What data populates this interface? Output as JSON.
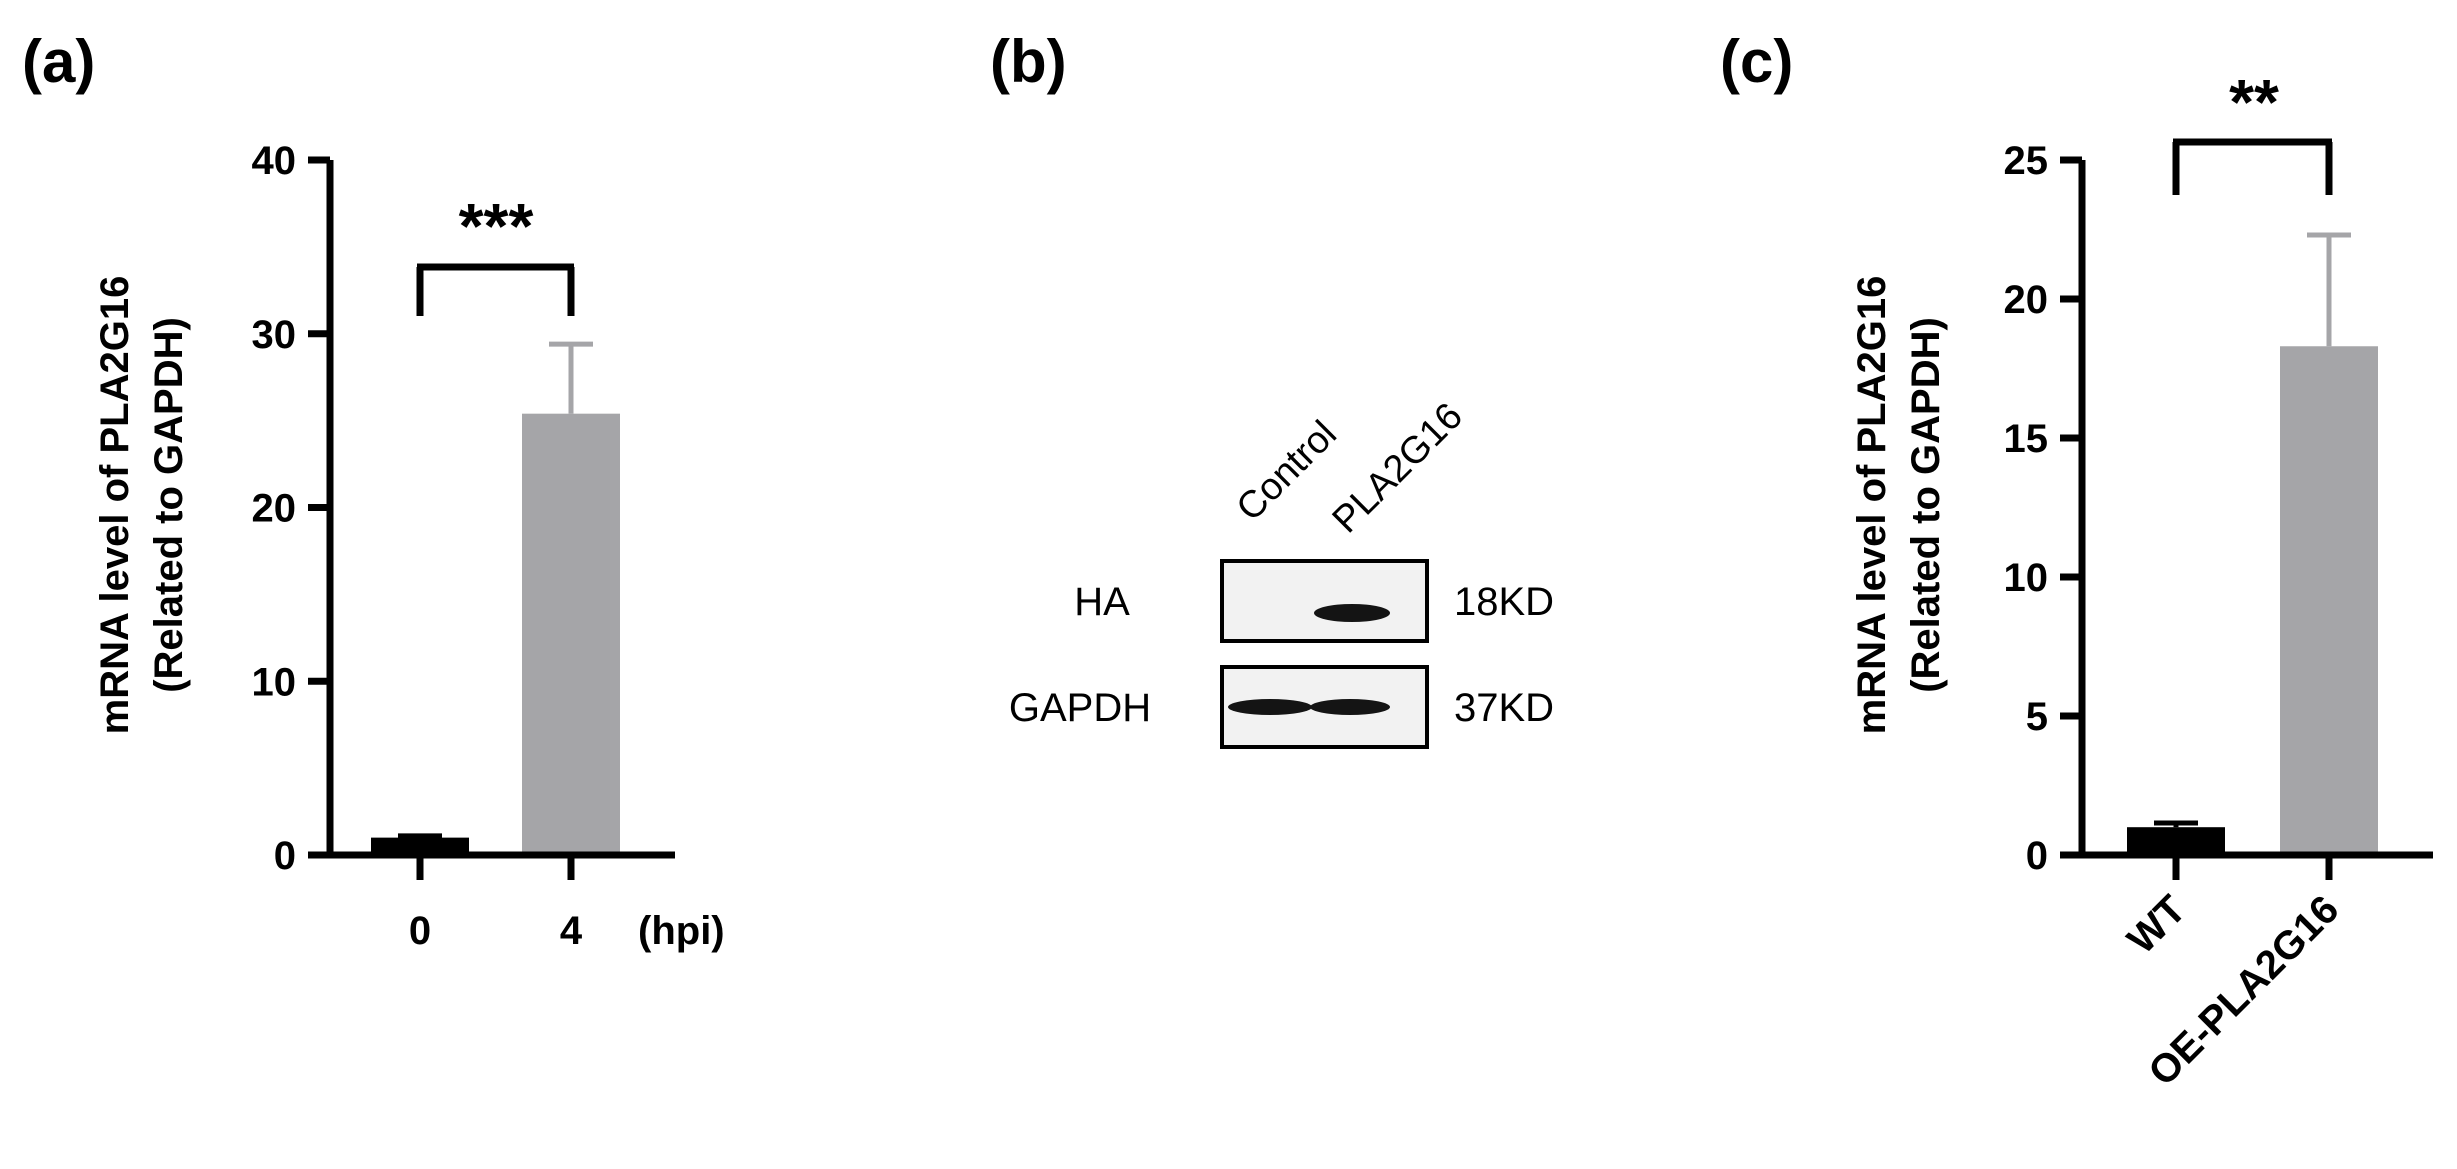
{
  "panels": {
    "a": {
      "label": "(a)"
    },
    "b": {
      "label": "(b)"
    },
    "c": {
      "label": "(c)"
    }
  },
  "colors": {
    "black": "#000000",
    "gray": "#a5a5a8",
    "blot_bg": "#f2f2f2",
    "band": "#141414"
  },
  "chart_data": [
    {
      "panel": "(a)",
      "type": "bar",
      "categories": [
        "0",
        "4"
      ],
      "x_unit": "(hpi)",
      "values": [
        1.0,
        25.4
      ],
      "errors": [
        0.1,
        4.0
      ],
      "bar_colors": [
        "#000000",
        "#a5a5a8"
      ],
      "ylabel_line1": "mRNA level of PLA2G16",
      "ylabel_line2": "(Related to GAPDH)",
      "yticks": [
        "0",
        "10",
        "20",
        "30",
        "40"
      ],
      "ylim": [
        0,
        40
      ],
      "significance": "***",
      "grid": false
    },
    {
      "panel": "(c)",
      "type": "bar",
      "categories": [
        "WT",
        "OE-PLA2G16"
      ],
      "values": [
        1.0,
        18.3
      ],
      "errors": [
        0.15,
        4.0
      ],
      "bar_colors": [
        "#000000",
        "#a5a5a8"
      ],
      "ylabel_line1": "mRNA level of PLA2G16",
      "ylabel_line2": "(Related to GAPDH)",
      "yticks": [
        "0",
        "5",
        "10",
        "15",
        "20",
        "25"
      ],
      "ylim": [
        0,
        25
      ],
      "significance": "**",
      "grid": false
    }
  ],
  "blot": {
    "lanes": [
      "Control",
      "PLA2G16"
    ],
    "rows": [
      {
        "label": "HA",
        "size": "18KD",
        "bands": [
          0,
          1
        ]
      },
      {
        "label": "GAPDH",
        "size": "37KD",
        "bands": [
          1,
          1
        ]
      }
    ]
  }
}
